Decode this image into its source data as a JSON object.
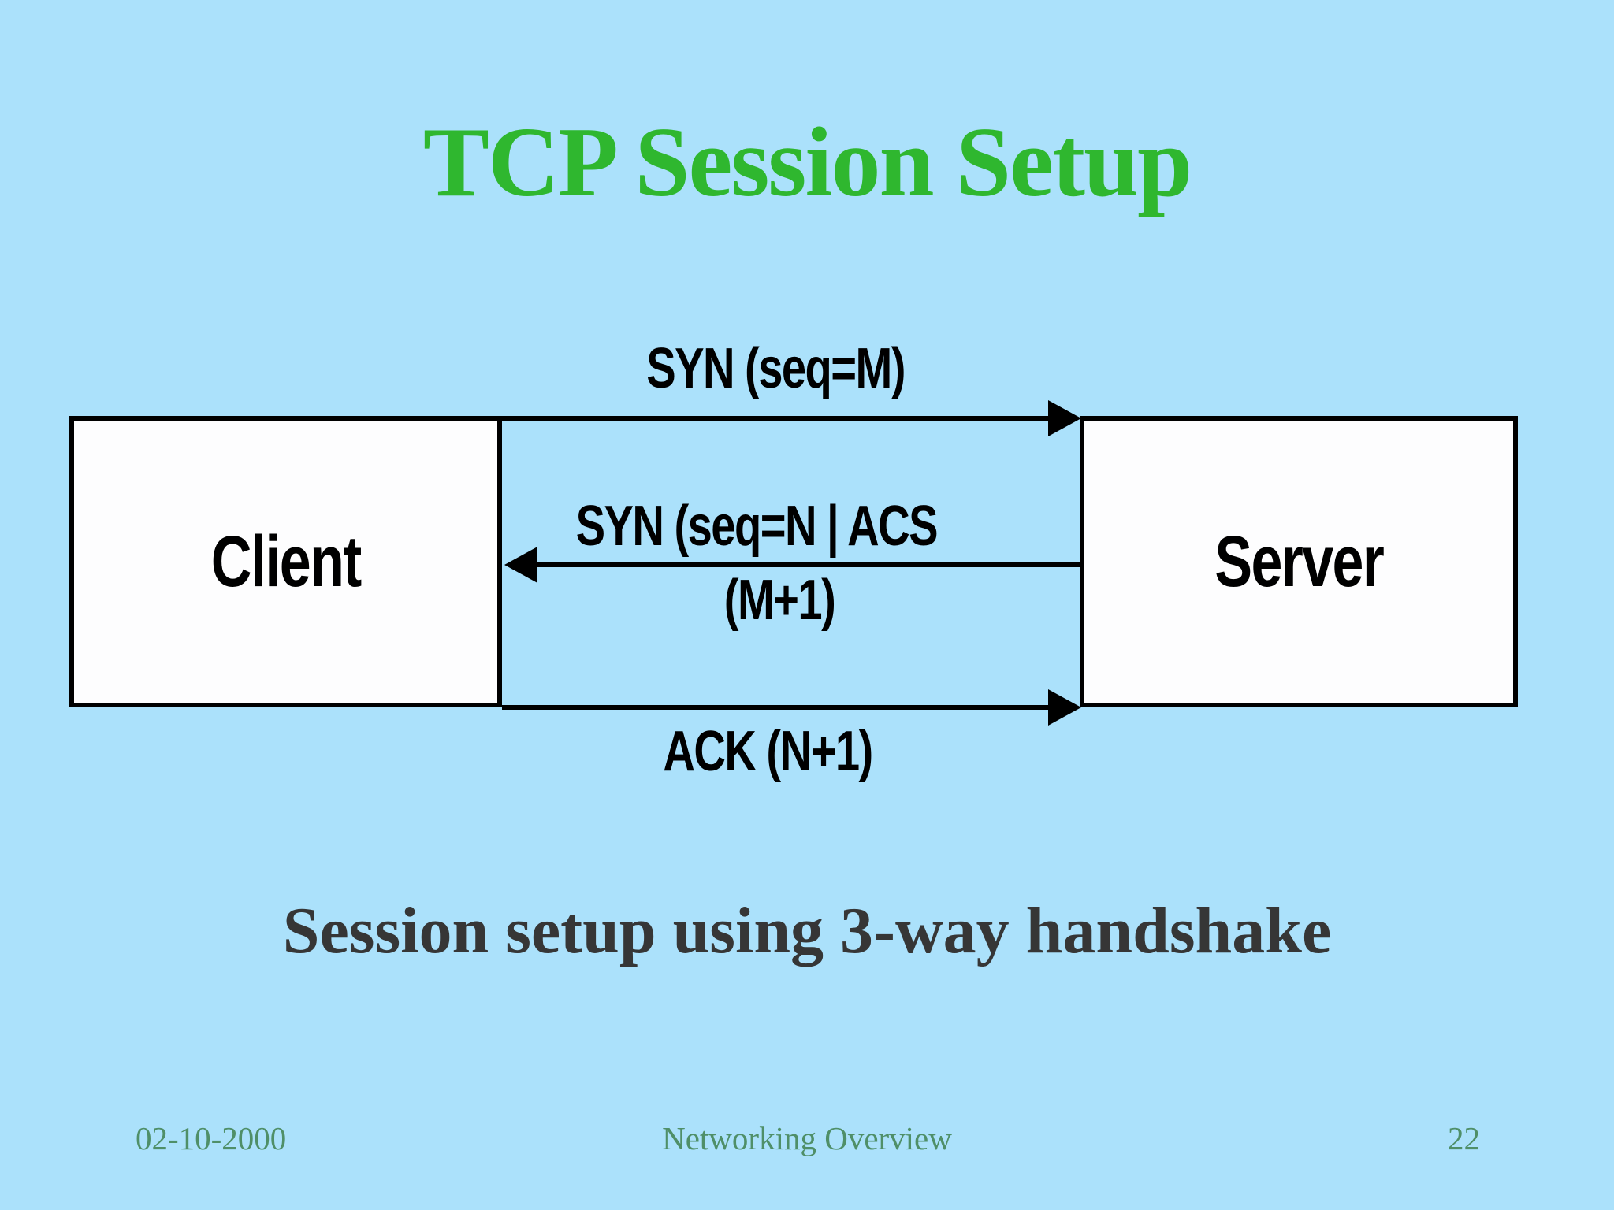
{
  "slide": {
    "title": "TCP Session Setup",
    "caption": "Session setup using 3-way handshake"
  },
  "diagram": {
    "client_label": "Client",
    "server_label": "Server",
    "messages": {
      "syn": "SYN (seq=M)",
      "syn_direction": "client-to-server",
      "synack_line1": "SYN (seq=N | ACS",
      "synack_line2": "(M+1)",
      "synack_direction": "server-to-client",
      "ack": "ACK (N+1)",
      "ack_direction": "client-to-server"
    }
  },
  "footer": {
    "date": "02-10-2000",
    "title": "Networking Overview",
    "page": "22"
  },
  "colors": {
    "background": "#ABE1FB",
    "title_green": "#2FB72F",
    "footer_green": "#4F8F68",
    "caption_gray": "#363636",
    "node_fill": "#FDFDFE",
    "line_black": "#000000"
  }
}
